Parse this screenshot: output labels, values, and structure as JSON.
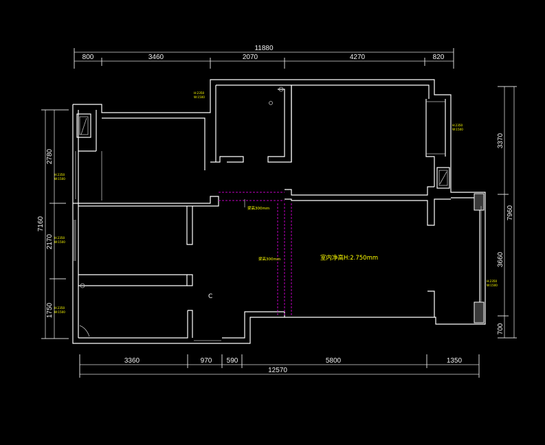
{
  "dimensions": {
    "top_total": "11880",
    "top": [
      "800",
      "3460",
      "2070",
      "4270",
      "820"
    ],
    "bottom": [
      "3360",
      "970",
      "590",
      "5800",
      "1350"
    ],
    "bottom_total": "12570",
    "left_total": "7160",
    "left": [
      "2780",
      "2170",
      "1750"
    ],
    "right_total": "7960",
    "right": [
      "3370",
      "3660",
      "700"
    ]
  },
  "annotations": {
    "room_height": "室内净高H:2.750mm",
    "beam_label_upper": "梁高300mm",
    "beam_label_lower": "梁高300mm",
    "window_tag_a": "H:2350",
    "window_tag_b": "W:1500",
    "symbol": "C"
  },
  "colors": {
    "background": "#000000",
    "walls": "#ffffff",
    "dimensions": "#d9d9d9",
    "annotation": "#ffff00",
    "beam": "#c000c0"
  }
}
